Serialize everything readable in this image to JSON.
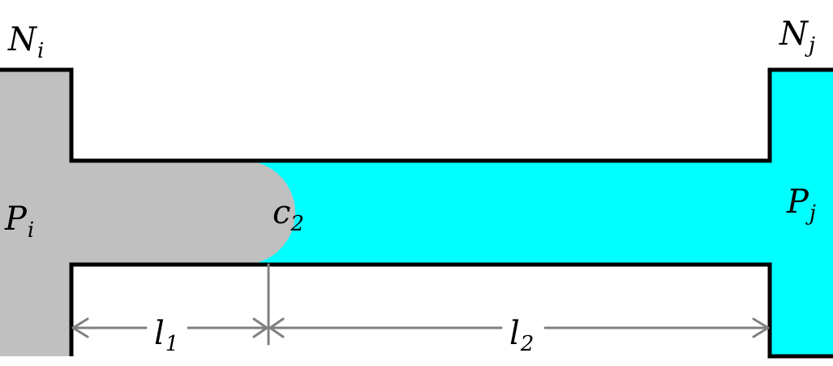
{
  "diagram": {
    "labels": {
      "node_i": {
        "base": "N",
        "sub": "i"
      },
      "node_j": {
        "base": "N",
        "sub": "j"
      },
      "pressure_i": {
        "base": "P",
        "sub": "i"
      },
      "pressure_j": {
        "base": "P",
        "sub": "j"
      },
      "front": {
        "base": "c",
        "sub": "2"
      },
      "length_1": {
        "base": "l",
        "sub": "1"
      },
      "length_2": {
        "base": "l",
        "sub": "2"
      }
    },
    "colors": {
      "fluid_i": "#c0c0c0",
      "fluid_j": "#00ffff",
      "wall": "#000000",
      "dimension": "#808080"
    }
  }
}
